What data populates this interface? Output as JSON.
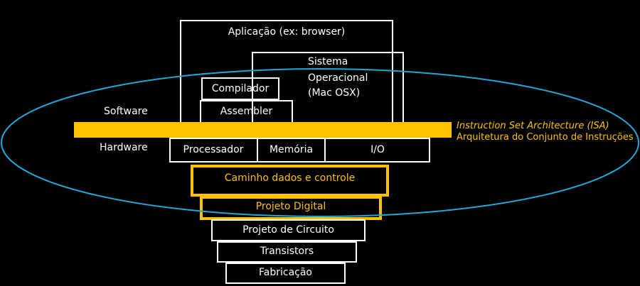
{
  "layers": {
    "application": "Aplicação (ex: browser)",
    "os_line1": "Sistema",
    "os_line2": "Operacional",
    "os_line3": "(Mac OSX)",
    "compiler": "Compilador",
    "assembler": "Assembler",
    "software": "Software",
    "hardware": "Hardware",
    "processor": "Processador",
    "memory": "Memória",
    "io": "I/O",
    "datapath": "Caminho dados e controle",
    "digital_design": "Projeto Digital",
    "circuit_design": "Projeto de Circuito",
    "transistors": "Transistors",
    "fabrication": "Fabricação"
  },
  "isa": {
    "english": "Instruction Set Architecture (ISA)",
    "portuguese": "Arquitetura do Conjunto de Instruções"
  },
  "colors": {
    "background": "#000000",
    "accent": "#ffc000",
    "oval": "#22a8d8",
    "box_border": "#ffffff"
  }
}
